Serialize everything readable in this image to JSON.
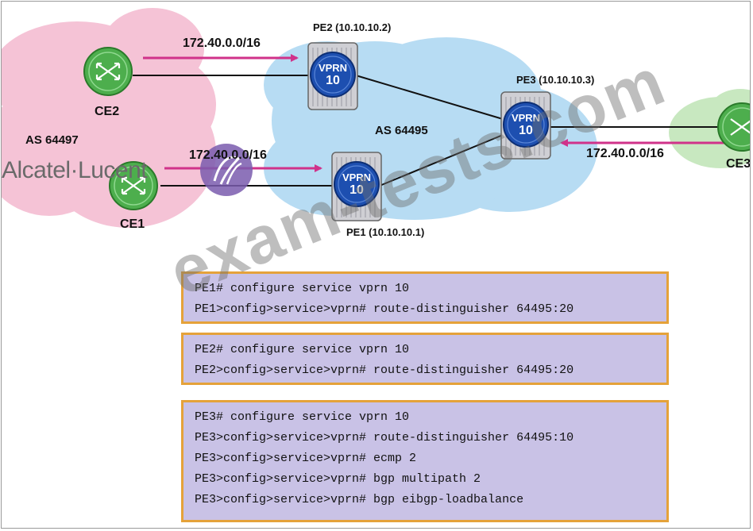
{
  "nodes": {
    "ce2": "CE2",
    "ce1": "CE1",
    "ce3": "CE3",
    "pe2": "PE2 (10.10.10.2)",
    "pe1": "PE1 (10.10.10.1)",
    "pe3": "PE3 (10.10.10.3)"
  },
  "router_text": {
    "line1": "VPRN",
    "line2": "10"
  },
  "as_labels": {
    "left": "AS 64497",
    "center": "AS 64495"
  },
  "prefixes": {
    "ce2": "172.40.0.0/16",
    "ce1": "172.40.0.0/16",
    "ce3": "172.40.0.0/16"
  },
  "brand": "Alcatel·Lucent",
  "watermark": "exam-tests.com",
  "colors": {
    "pink_cloud": "#f5c3d6",
    "blue_cloud": "#b7dcf3",
    "green_cloud": "#c8e8c0",
    "router_green": "#4dae4d",
    "router_blue": "#1d4fb0",
    "arrow": "#d0328a",
    "box_fill": "#c9c2e6",
    "box_border": "#e5a23a"
  },
  "config": {
    "pe1": [
      "PE1# configure service vprn 10",
      "PE1>config>service>vprn# route-distinguisher 64495:20"
    ],
    "pe2": [
      "PE2# configure service vprn 10",
      "PE2>config>service>vprn# route-distinguisher 64495:20"
    ],
    "pe3": [
      "PE3# configure service vprn 10",
      "PE3>config>service>vprn# route-distinguisher 64495:10",
      "PE3>config>service>vprn# ecmp 2",
      "PE3>config>service>vprn# bgp multipath 2",
      "PE3>config>service>vprn# bgp eibgp-loadbalance"
    ]
  }
}
